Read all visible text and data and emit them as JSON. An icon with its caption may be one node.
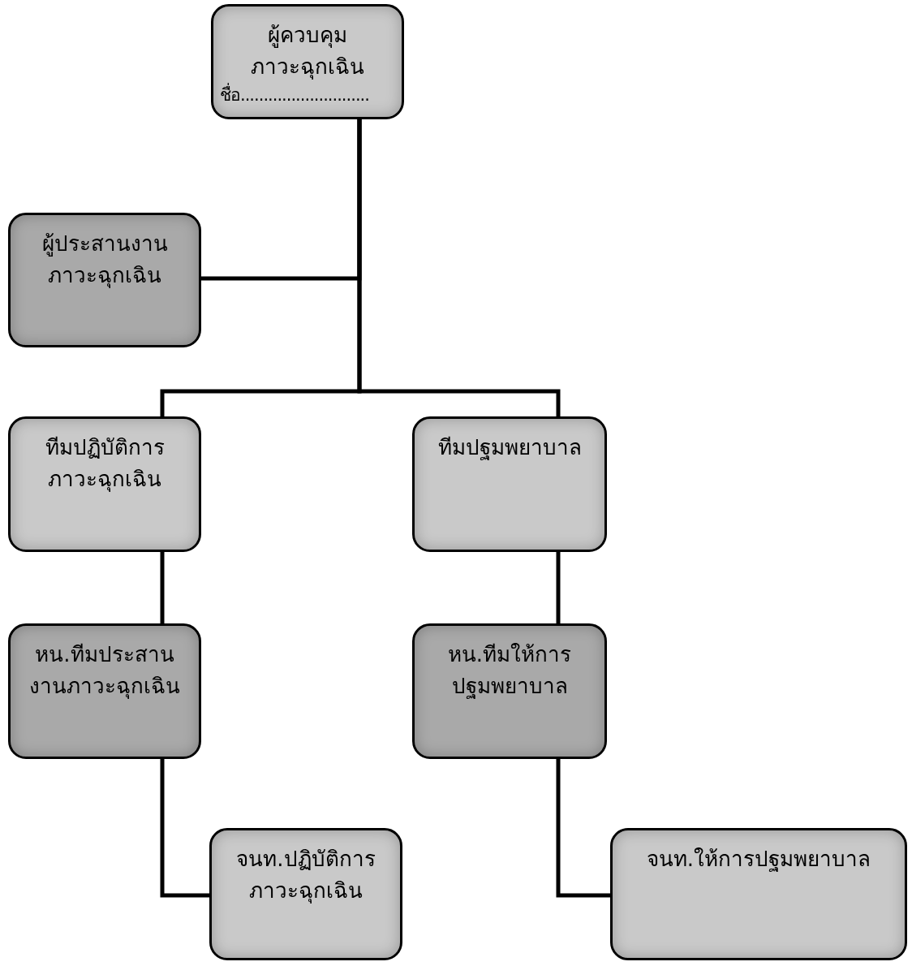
{
  "diagram": {
    "nodes": [
      {
        "text": [
          "ผู้ควบคุมภาวะฉุกเฉิน",
          "ชื่อ............................"
        ]
      },
      {
        "text": [
          "ผู้ประสานงานภาวะฉุกเฉิน"
        ]
      },
      {
        "text": [
          "ทีมปฏิบัติการภาวะฉุกเฉิน"
        ]
      },
      {
        "text": [
          "ทีมปฐมพยาบาล"
        ]
      },
      {
        "text": [
          "หน.ทีมประสานงานภาวะฉุกเฉิน"
        ]
      },
      {
        "text": [
          "หน.ทีมให้การปฐมพยาบาล"
        ]
      },
      {
        "text": [
          "จนท.ปฏิบัติการภาวะฉุกเฉิน"
        ]
      },
      {
        "text": [
          "จนท.ให้การปฐมพยาบาล"
        ]
      }
    ],
    "edges": [
      {
        "from": 0,
        "to": 1,
        "arrow": "none"
      },
      {
        "from": 0,
        "to": 2,
        "arrow": "none"
      },
      {
        "from": 0,
        "to": 3,
        "arrow": "none"
      },
      {
        "from": 2,
        "to": 4,
        "arrow": "none"
      },
      {
        "from": 3,
        "to": 5,
        "arrow": "none"
      },
      {
        "from": 4,
        "to": 6,
        "arrow": "none"
      },
      {
        "from": 5,
        "to": 7,
        "arrow": "none"
      }
    ]
  }
}
